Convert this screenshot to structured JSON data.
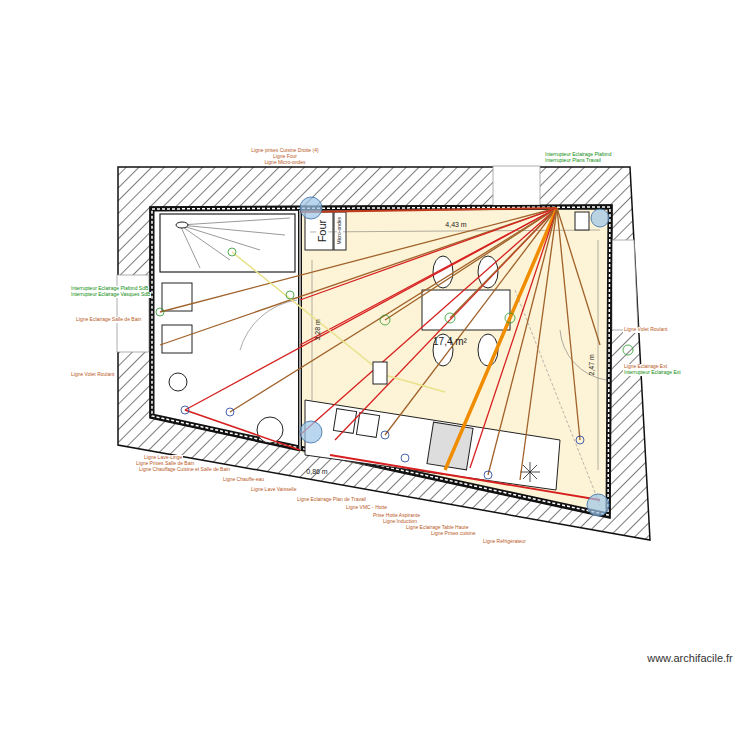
{
  "diagram": {
    "labels": [
      "Ligne prises Cuisine Droite (4)",
      "Ligne Four",
      "Ligne Micro-ondes",
      "Interrupteur Eclairage Plafond",
      "Interrupteur Plans Travail",
      "Interrupteur Eclairage Plafond SdB",
      "Interrupteur Eclairage Vasques SdB",
      "Ligne Eclairage Salle de Bain",
      "Ligne Volet Roulant",
      "Ligne Volet Roulant",
      "Ligne Eclairage Ext",
      "Interrupteur Eclairage Ext",
      "Ligne Lave-Linge",
      "Ligne Prises Salle de Bain",
      "Ligne Chauffage Cuisine et Salle de Bain",
      "Ligne Chauffe-eau",
      "Ligne Lave Vaisselle",
      "Ligne Eclairage Plan de Travail",
      "Ligne VMC - Hotte",
      "Prise Hotte Aspirante",
      "Ligne Induction",
      "Ligne Eclairage Table Haute",
      "Ligne Prises cuisine",
      "Ligne Réfrigérateur",
      "4,43 m",
      "3,28 m",
      "2,47 m",
      "17,4 m²",
      "0,86 m",
      "Four",
      "Micro-ondes",
      "www.archifacile.fr"
    ]
  }
}
